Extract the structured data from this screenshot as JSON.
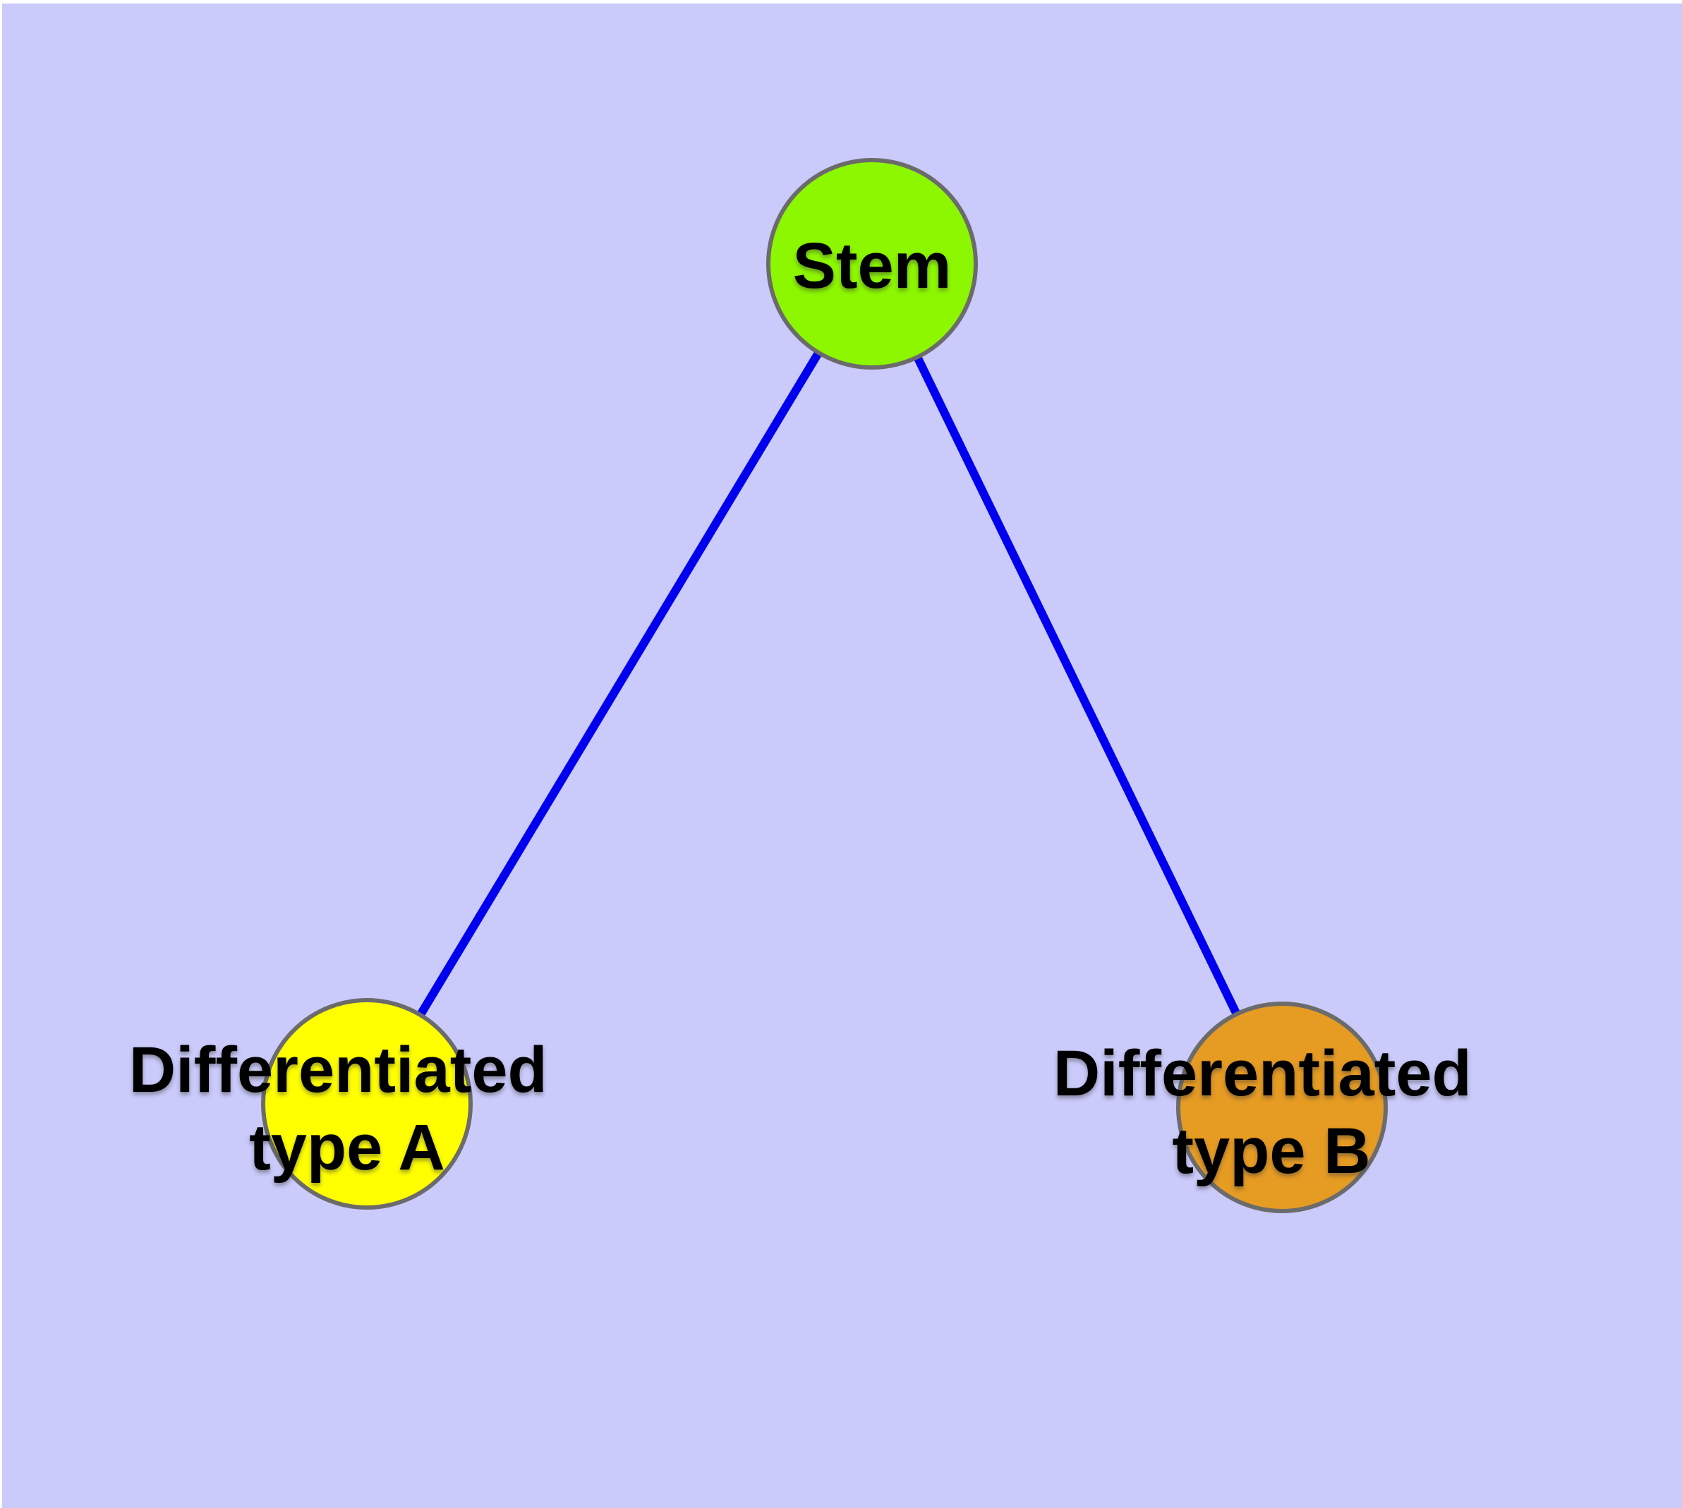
{
  "canvas": {
    "background_color": "#CACAFB",
    "frame_color": "#FFFFFF"
  },
  "graph": {
    "node_border_color": "#6B6B6B",
    "label_color": "#000000",
    "nodes": [
      {
        "id": "stem",
        "label": "Stem",
        "label_lines": [
          "Stem"
        ],
        "fill_color": "#8CF700"
      },
      {
        "id": "differentiated-type-a",
        "label": "Differentiated type A",
        "label_lines": [
          "Differentiated",
          "type A"
        ],
        "fill_color": "#FFFF00"
      },
      {
        "id": "differentiated-type-b",
        "label": "Differentiated type B",
        "label_lines": [
          "Differentiated",
          "type B"
        ],
        "fill_color": "#E69B23"
      }
    ],
    "edges": [
      {
        "from": "stem",
        "to": "differentiated-type-a",
        "color": "#0000EE"
      },
      {
        "from": "stem",
        "to": "differentiated-type-b",
        "color": "#0000EE"
      }
    ]
  }
}
